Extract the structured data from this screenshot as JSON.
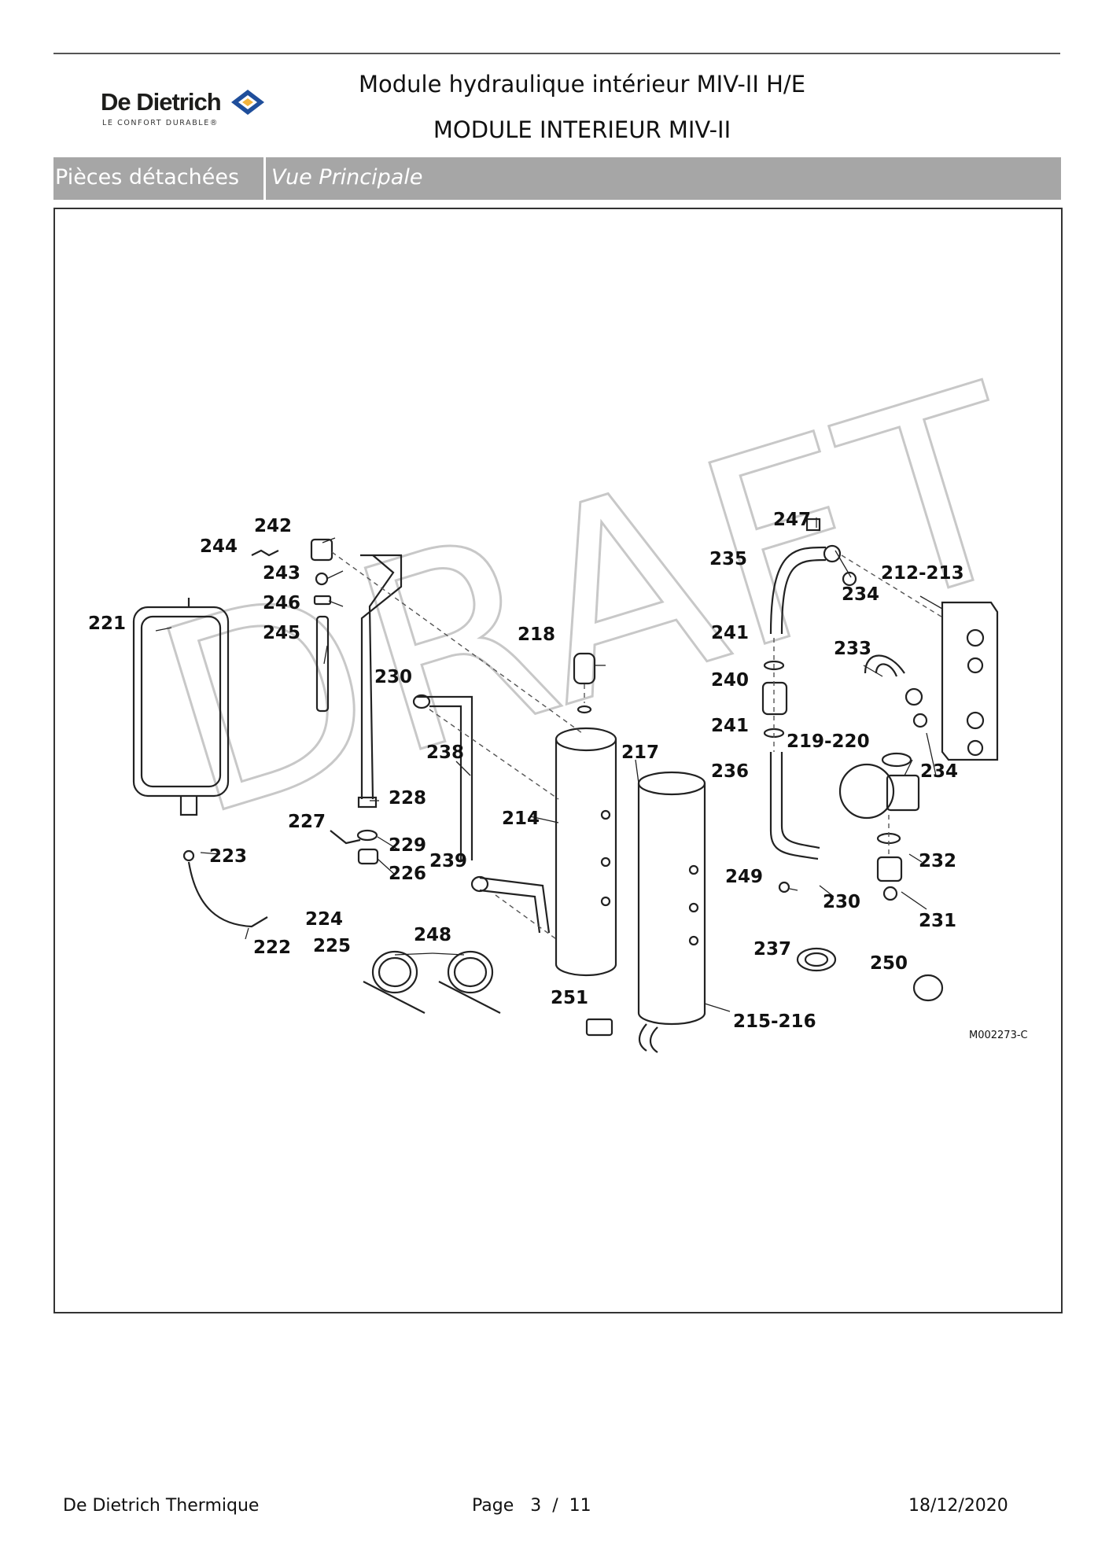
{
  "brand": {
    "name": "De Dietrich",
    "tagline": "LE CONFORT DURABLE®",
    "accent_color": "#f2b33d",
    "mark_color": "#1f4e9b"
  },
  "header": {
    "title": "Module hydraulique intérieur MIV-II H/E",
    "subtitle": "MODULE INTERIEUR MIV-II"
  },
  "section_bar": {
    "label": "Pièces détachées",
    "view": "Vue Principale",
    "color": "#a6a6a6"
  },
  "diagram": {
    "watermark": "DRAFT",
    "reference": "M002273-C",
    "callouts": [
      "247",
      "242",
      "244",
      "235",
      "212-213",
      "243",
      "234",
      "246",
      "221",
      "245",
      "218",
      "241",
      "233",
      "230",
      "240",
      "241",
      "219-220",
      "238",
      "217",
      "236",
      "234",
      "228",
      "227",
      "214",
      "229",
      "239",
      "232",
      "226",
      "249",
      "230",
      "224",
      "231",
      "248",
      "225",
      "222",
      "237",
      "250",
      "251",
      "215-216",
      "223"
    ]
  },
  "footer": {
    "company": "De Dietrich Thermique",
    "page": "Page   3  /  11",
    "date": "18/12/2020"
  }
}
